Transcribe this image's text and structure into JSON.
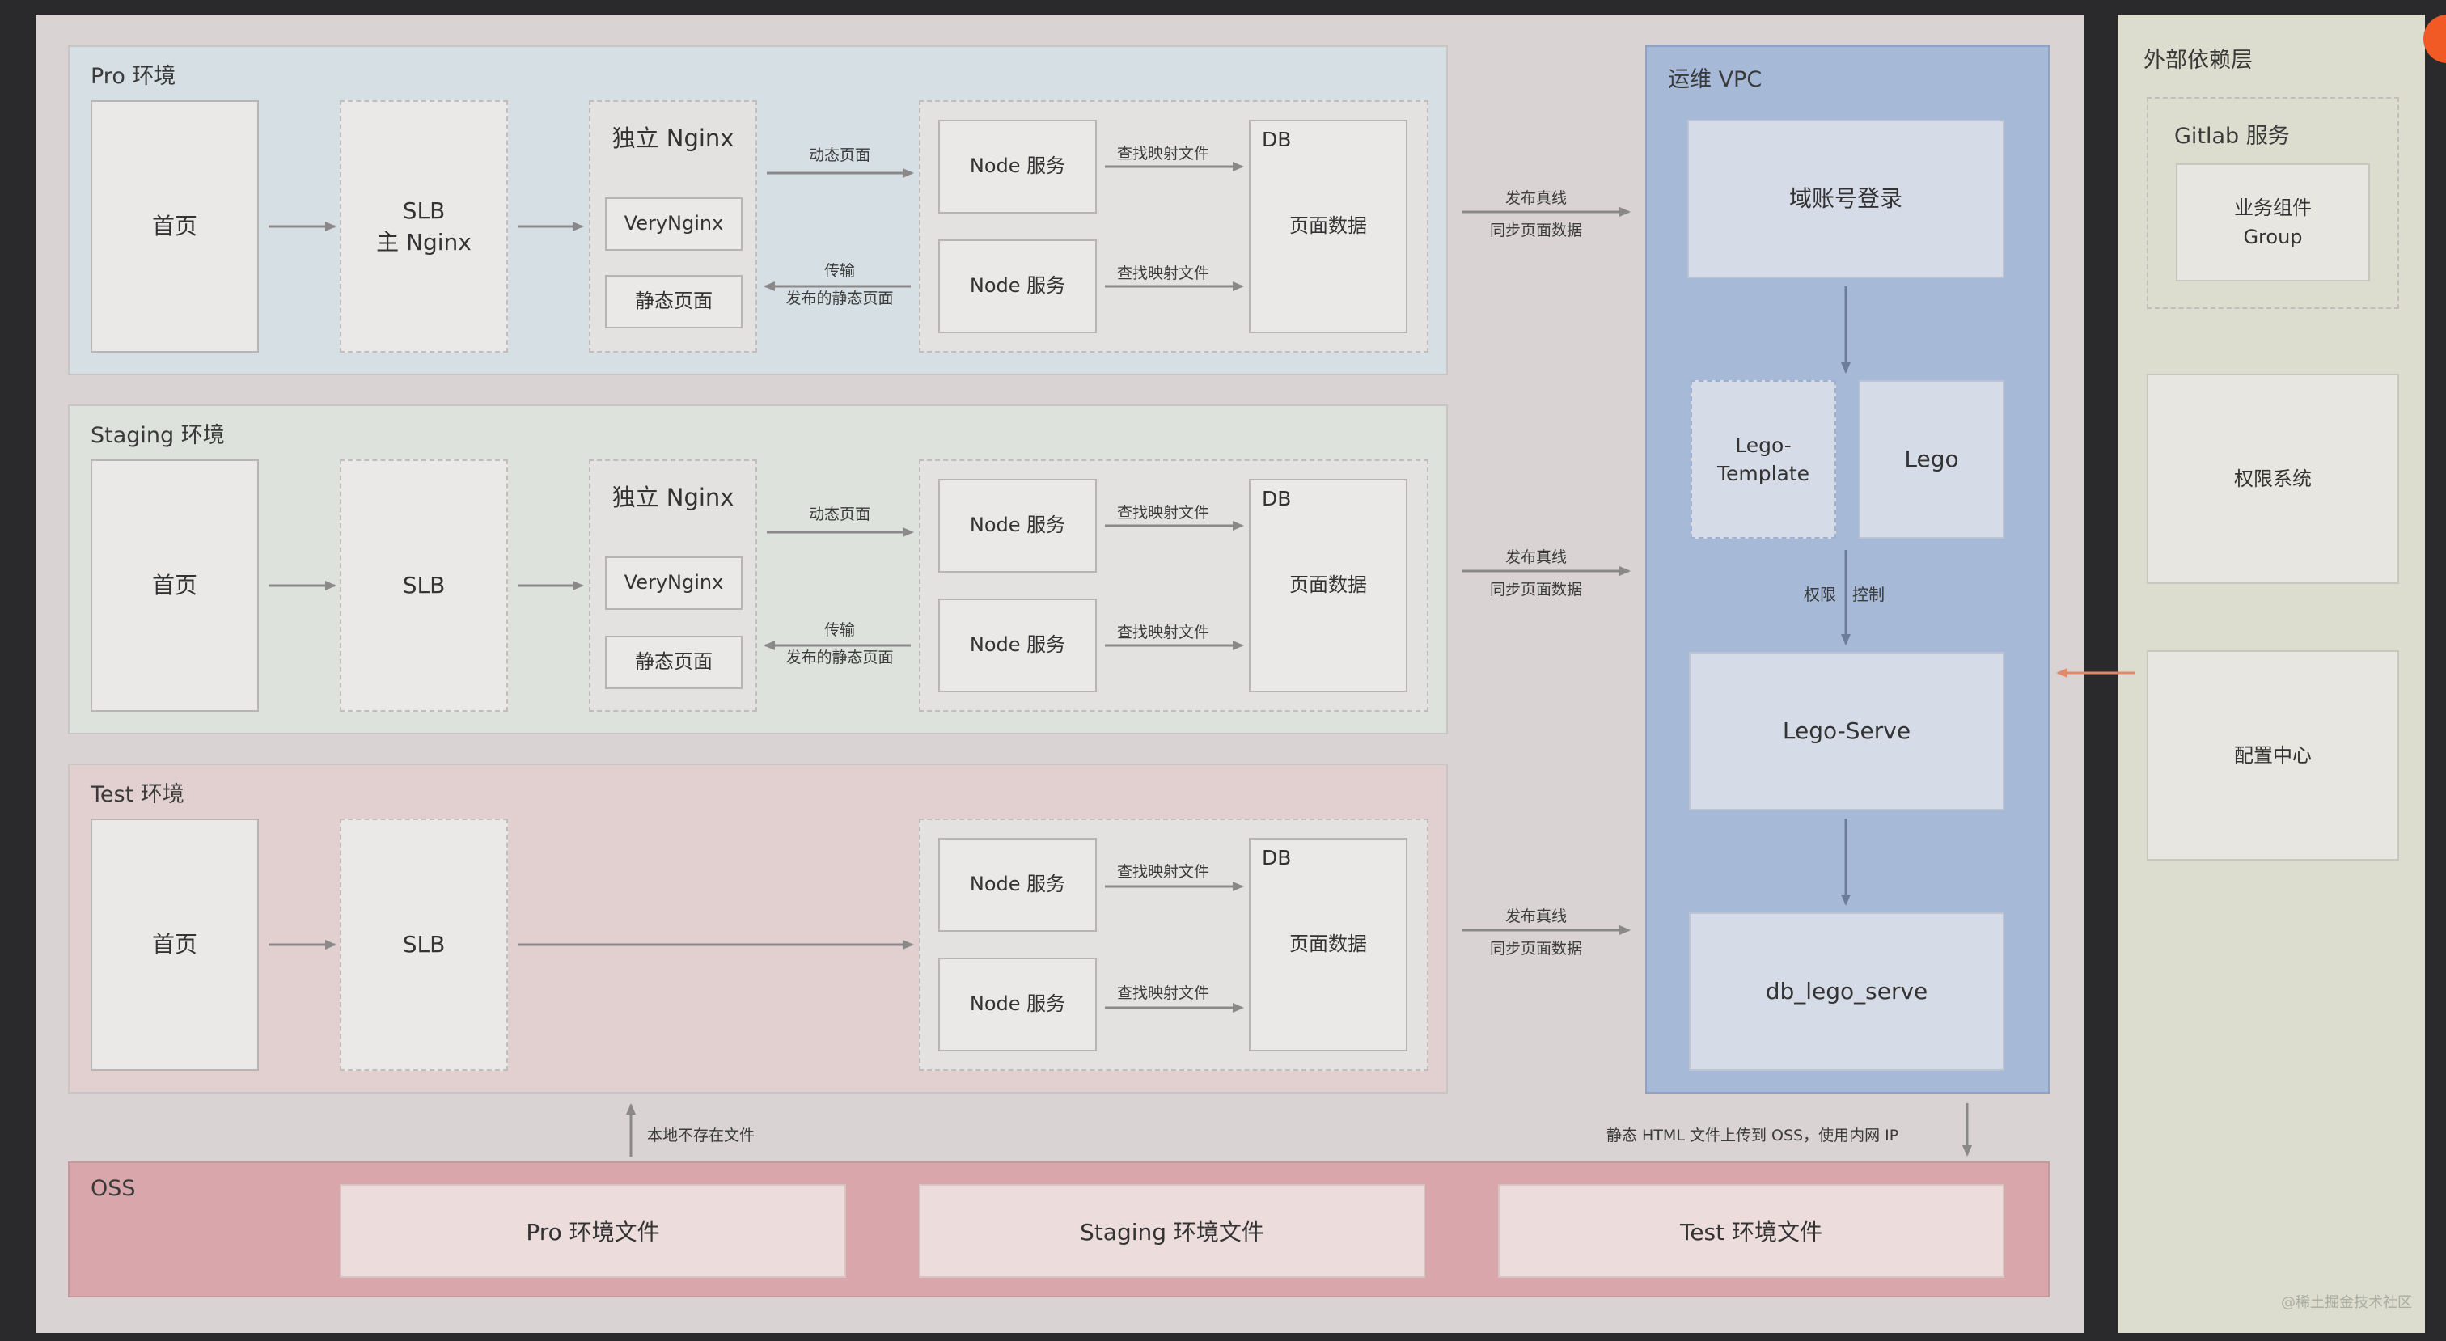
{
  "environments": {
    "pro": {
      "title": "Pro 环境",
      "home": "首页",
      "slb": "SLB\n主 Nginx",
      "nginx_title": "独立 Nginx",
      "very_nginx": "VeryNginx",
      "static_page": "静态页面",
      "dynamic_label": "动态页面",
      "transfer_label": "传输\n发布的静态页面",
      "node_1": "Node 服务",
      "node_2": "Node 服务",
      "lookup_1": "查找映射文件",
      "lookup_2": "查找映射文件",
      "db_tag": "DB",
      "db_data": "页面数据",
      "publish_label": "发布真线\n同步页面数据"
    },
    "staging": {
      "title": "Staging 环境",
      "home": "首页",
      "slb": "SLB",
      "nginx_title": "独立 Nginx",
      "very_nginx": "VeryNginx",
      "static_page": "静态页面",
      "dynamic_label": "动态页面",
      "transfer_label": "传输\n发布的静态页面",
      "node_1": "Node 服务",
      "node_2": "Node 服务",
      "lookup_1": "查找映射文件",
      "lookup_2": "查找映射文件",
      "db_tag": "DB",
      "db_data": "页面数据",
      "publish_label": "发布真线\n同步页面数据"
    },
    "test": {
      "title": "Test 环境",
      "home": "首页",
      "slb": "SLB",
      "node_1": "Node 服务",
      "node_2": "Node 服务",
      "lookup_1": "查找映射文件",
      "lookup_2": "查找映射文件",
      "db_tag": "DB",
      "db_data": "页面数据",
      "publish_label": "发布真线\n同步页面数据"
    }
  },
  "vpc": {
    "title": "运维 VPC",
    "domain_login": "域账号登录",
    "lego_template": "Lego-\nTemplate",
    "lego": "Lego",
    "permission_control": "权限　控制",
    "lego_serve": "Lego-Serve",
    "db_lego_serve": "db_lego_serve"
  },
  "external": {
    "title": "外部依赖层",
    "gitlab_title": "Gitlab 服务",
    "business_group": "业务组件\nGroup",
    "permission_system": "权限系统",
    "config_center": "配置中心",
    "watermark": "@稀土掘金技术社区"
  },
  "oss": {
    "title": "OSS",
    "pro_files": "Pro 环境文件",
    "staging_files": "Staging 环境文件",
    "test_files": "Test 环境文件",
    "local_missing_label": "本地不存在文件",
    "upload_label": "静态 HTML 文件上传到 OSS，使用内网 IP"
  },
  "colors": {
    "pro_env": "#d6e0e4",
    "staging_env": "#dde2dc",
    "test_env": "#e2d0d0",
    "vpc": "#a6bad8",
    "oss": "#d9a7ab",
    "external": "#dcddcf",
    "config_arrow": "#e08a6a"
  }
}
